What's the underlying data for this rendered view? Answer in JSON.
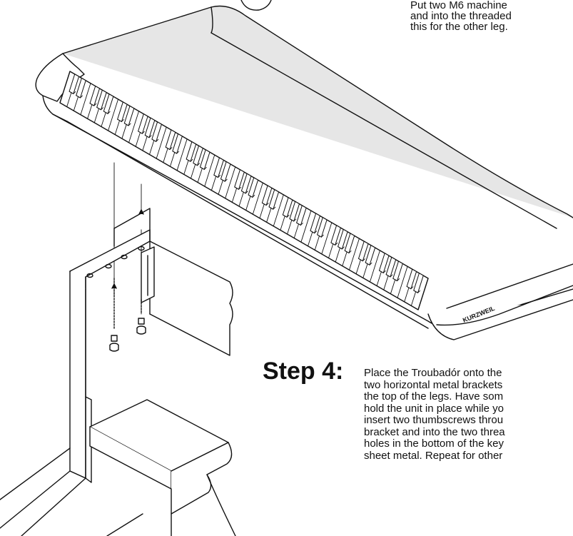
{
  "top_instruction": {
    "lines": [
      "Put two M6 machine",
      "and into the threaded",
      "this for the other leg."
    ]
  },
  "step4": {
    "heading": "Step 4:",
    "lines": [
      "Place the Troubadór onto the",
      "two horizontal metal brackets",
      "the top of the legs. Have som",
      "hold the unit in place while yo",
      "insert two thumbscrews throu",
      "bracket and into the two threa",
      "holes in the bottom of the key",
      "sheet metal. Repeat for other"
    ]
  },
  "keyboard": {
    "logo_text": "KURZWEIL"
  },
  "colors": {
    "ink": "#111111",
    "paper": "#ffffff",
    "body_shade": "#e6e6e6",
    "top_shade": "#d9d9d9"
  }
}
